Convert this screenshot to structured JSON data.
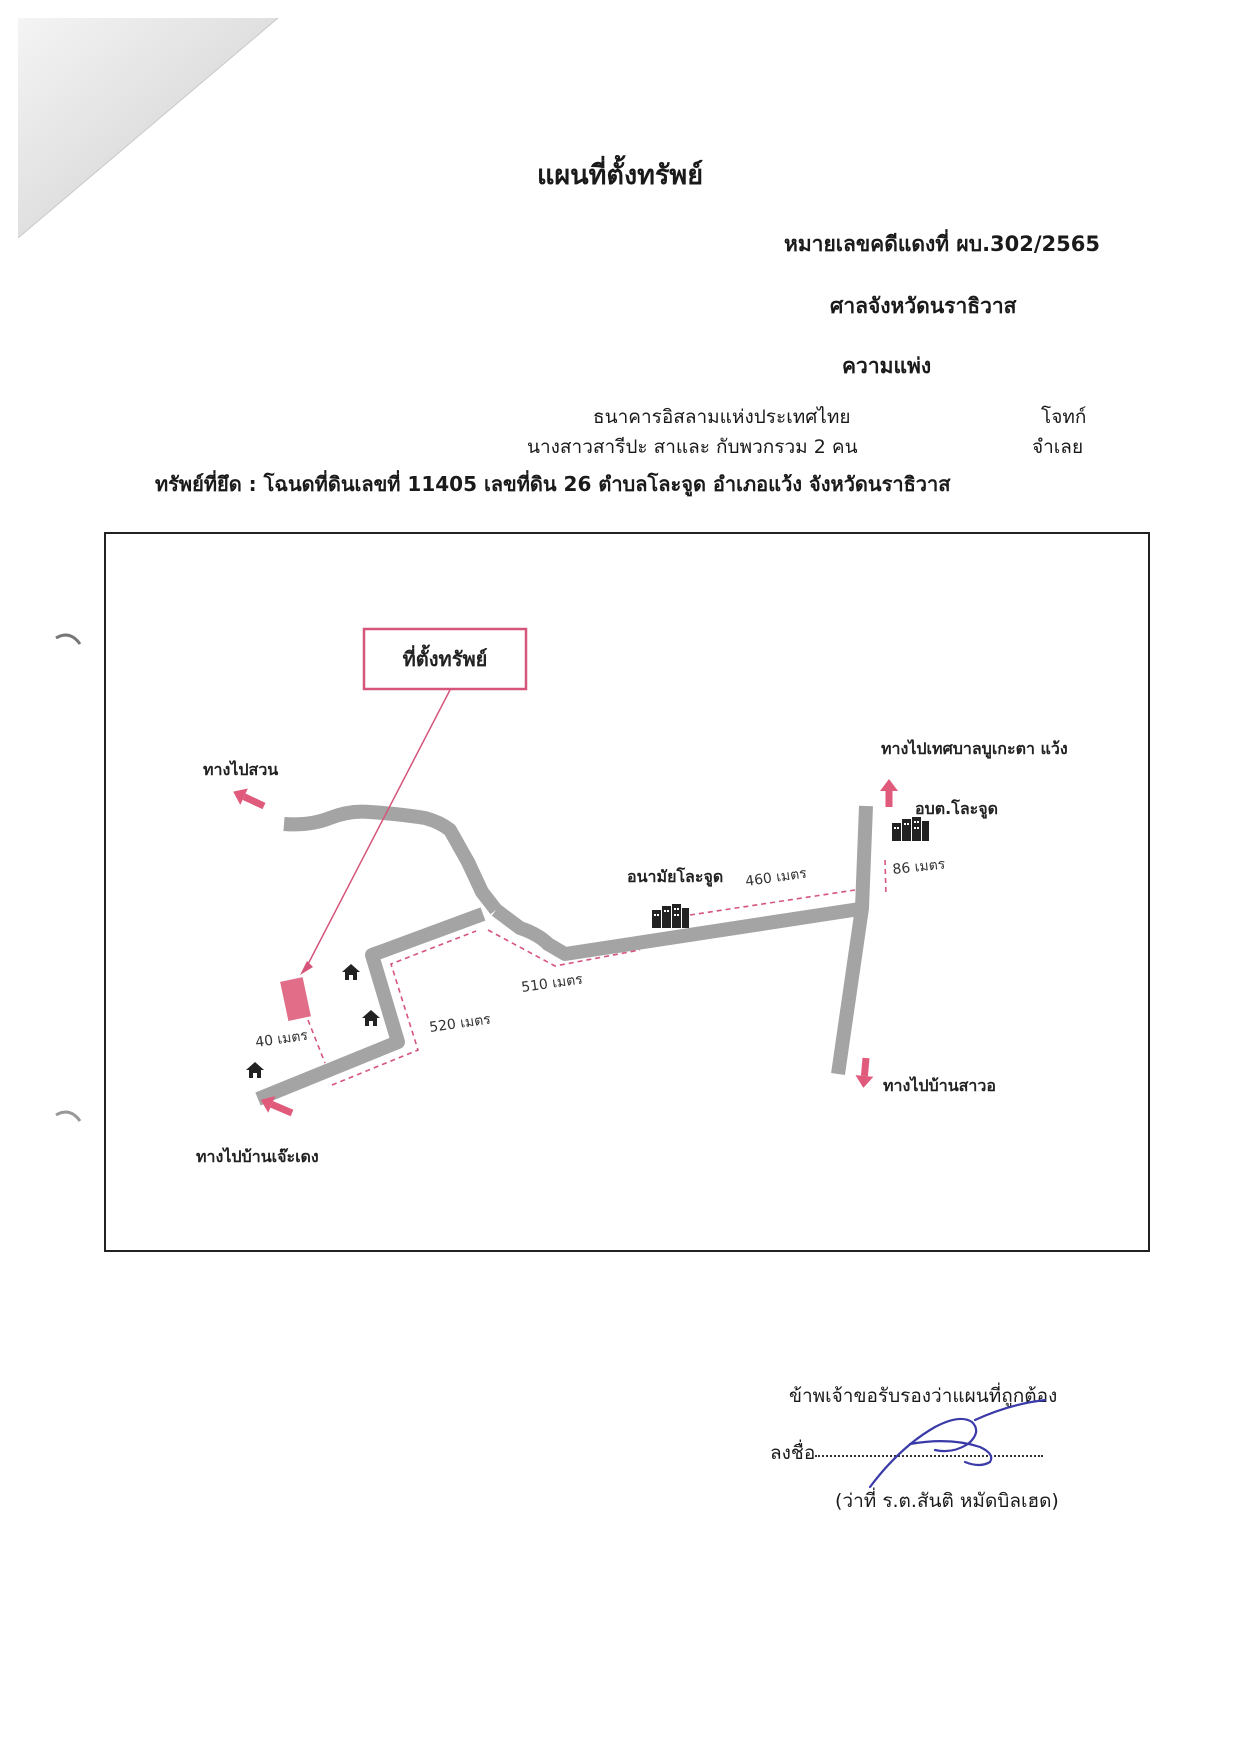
{
  "header": {
    "title": "แผนที่ตั้งทรัพย์",
    "case_number": "หมายเลขคดีแดงที่ ผบ.302/2565",
    "court": "ศาลจังหวัดนราธิวาส",
    "case_type": "ความแพ่ง"
  },
  "parties": {
    "plaintiff": "ธนาคารอิสลามแห่งประเทศไทย",
    "plaintiff_role": "โจทก์",
    "defendant": "นางสาวสารีปะ  สาและ  กับพวกรวม 2 คน",
    "defendant_role": "จำเลย"
  },
  "property_line": "ทรัพย์ที่ยึด : โฉนดที่ดินเลขที่ 11405 เลขที่ดิน 26 ตำบลโละจูด อำเภอแว้ง จังหวัดนราธิวาส",
  "map": {
    "location_callout": "ที่ตั้งทรัพย์",
    "to_garden": "ทางไปสวน",
    "to_ban_jeadeng": "ทางไปบ้านเจ๊ะเดง",
    "to_buketa": "ทางไปเทศบาลบูเกะตา แว้ง",
    "to_ban_sawo": "ทางไปบ้านสาวอ",
    "health_station": "อนามัยโละจูด",
    "sao_office": "อบต.โละจูด",
    "dist_40": "40 เมตร",
    "dist_520": "520 เมตร",
    "dist_510": "510 เมตร",
    "dist_460": "460 เมตร",
    "dist_86": "86 เมตร",
    "accent_color": "#d6557a",
    "road_color": "#a4a4a4",
    "icons": [
      "house-icon",
      "building-icon",
      "arrow-icon"
    ]
  },
  "footer": {
    "certify": "ข้าพเจ้าขอรับรองว่าแผนที่ถูกต้อง",
    "sign_label": "ลงชื่อ",
    "signer": "(ว่าที่ ร.ต.สันติ หมัดบิลเฮด)"
  }
}
